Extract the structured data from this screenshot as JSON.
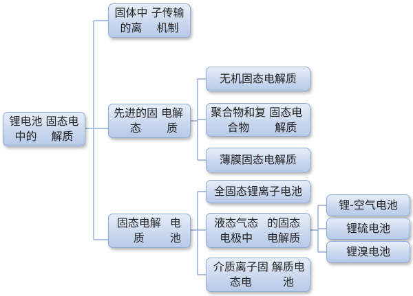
{
  "root": {
    "lines": [
      "锂电池中的",
      "固态电解质"
    ]
  },
  "level1": [
    {
      "lines": [
        "固体中的离",
        "子传输机制"
      ]
    },
    {
      "lines": [
        "先进的固态",
        "电解质"
      ]
    },
    {
      "lines": [
        "固态电解质",
        "电池"
      ]
    }
  ],
  "advanced": [
    {
      "lines": [
        "无机固态电解质"
      ]
    },
    {
      "lines": [
        "聚合物和复合物",
        "固态电解质"
      ]
    },
    {
      "lines": [
        "薄膜固态电解质"
      ]
    }
  ],
  "battery": [
    {
      "lines": [
        "全固态锂离子电池"
      ]
    },
    {
      "lines": [
        "液态气态电极中",
        "的固态电解质"
      ]
    },
    {
      "lines": [
        "介质离子固态电",
        "解质电池"
      ]
    }
  ],
  "electrode": [
    {
      "lines": [
        "锂-空气电池"
      ]
    },
    {
      "lines": [
        "锂硫电池"
      ]
    },
    {
      "lines": [
        "锂溴电池"
      ]
    }
  ]
}
